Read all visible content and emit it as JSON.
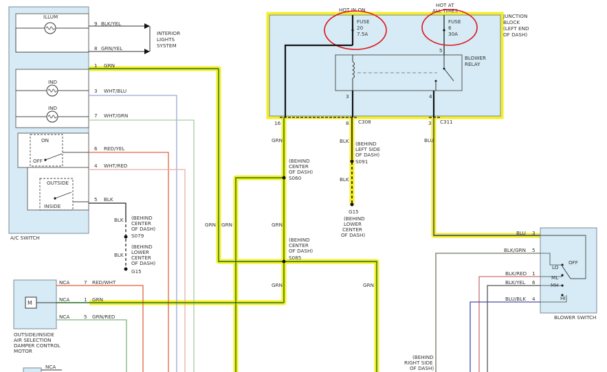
{
  "ac_switch": {
    "title": "A/C SWITCH",
    "illum": "ILLUM",
    "ind1": "IND",
    "ind2": "IND",
    "on": "ON",
    "off": "OFF",
    "outside": "OUTSIDE",
    "inside": "INSIDE",
    "interior_lights": [
      "INTERIOR",
      "LIGHTS",
      "SYSTEM"
    ],
    "pins": [
      {
        "pin": "9",
        "wire": "BLK/YEL"
      },
      {
        "pin": "8",
        "wire": "GRN/YEL"
      },
      {
        "pin": "1",
        "wire": "GRN"
      },
      {
        "pin": "3",
        "wire": "WHT/BLU"
      },
      {
        "pin": "7",
        "wire": "WHT/GRN"
      },
      {
        "pin": "6",
        "wire": "RED/YEL"
      },
      {
        "pin": "4",
        "wire": "WHT/RED"
      },
      {
        "pin": "5",
        "wire": "BLK"
      }
    ]
  },
  "ground_g15_left": {
    "wire1": "BLK",
    "note1": [
      "(BEHIND",
      "CENTER",
      "OF DASH)"
    ],
    "splice": "S079",
    "wire2": "BLK",
    "note2": [
      "(BEHIND",
      "LOWER",
      "CENTER",
      "OF DASH)"
    ],
    "ground": "G15"
  },
  "damper_motor": {
    "title": [
      "OUTSIDE/INSIDE",
      "AIR SELECTION",
      "DAMPER CONTROL",
      "MOTOR"
    ],
    "rows": [
      {
        "nca": "NCA",
        "pin": "7",
        "wire": "RED/WHT"
      },
      {
        "nca": "NCA",
        "pin": "1",
        "wire": "GRN"
      },
      {
        "nca": "NCA",
        "pin": "5",
        "wire": "GRN/RED"
      }
    ],
    "bottom_nca": "NCA"
  },
  "junction_block": {
    "title": [
      "JUNCTION",
      "BLOCK",
      "(LEFT END",
      "OF DASH)"
    ],
    "hot_in_on": "HOT IN ON",
    "hot_at_all_times": [
      "HOT AT",
      "ALL TIMES"
    ],
    "fuse20": [
      "FUSE",
      "20",
      "7.5A"
    ],
    "fuse6": [
      "FUSE",
      "6",
      "30A"
    ],
    "pin5": "5",
    "relay": [
      "BLOWER",
      "RELAY"
    ],
    "pin3": "3",
    "pin4": "4"
  },
  "connectors": {
    "c308_pin16": "16",
    "c308_pin8": "8",
    "c308": "C308",
    "c311_pin3": "3",
    "c311": "C311"
  },
  "center_wiring": {
    "grn1": "GRN",
    "s060_note": [
      "(BEHIND",
      "CENTER",
      "OF DASH)"
    ],
    "s060": "S060",
    "grn_left1": "GRN",
    "grn_left2": "GRN",
    "grn2": "GRN",
    "s085_note": [
      "(BEHIND",
      "CENTER",
      "OF DASH)"
    ],
    "s085": "S085",
    "grn3": "GRN",
    "grn_right": "GRN"
  },
  "ground_g15_center": {
    "wire1": "BLK",
    "note1": [
      "(BEHIND",
      "LEFT SIDE",
      "OF DASH)"
    ],
    "splice": "S091",
    "wire2": "BLK",
    "ground": "G15",
    "note2": [
      "(BEHIND",
      "LOWER",
      "CENTER",
      "OF DASH)"
    ]
  },
  "blower_switch": {
    "title": "BLOWER SWITCH",
    "blu_wire": "BLU",
    "rows": [
      {
        "pin": "3",
        "wire": "BLU"
      },
      {
        "pin": "5",
        "wire": "BLK/GRN"
      },
      {
        "pin": "1",
        "wire": "BLK/RED"
      },
      {
        "pin": "6",
        "wire": "BLK/YEL"
      },
      {
        "pin": "4",
        "wire": "BLU/BLK"
      }
    ],
    "speeds": [
      "OFF",
      "LO",
      "ML",
      "MH",
      "HI"
    ],
    "bottom_note": [
      "(BEHIND",
      "RIGHT SIDE",
      "OF DASH)"
    ]
  },
  "colors": {
    "highlight": "#f4ee2a",
    "box_fill": "#d6ebf5",
    "annotation": "#e0101a"
  }
}
